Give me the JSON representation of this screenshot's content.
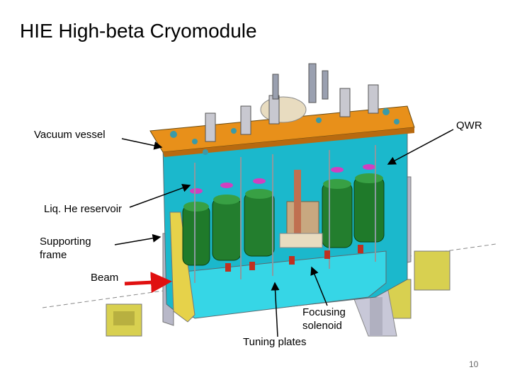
{
  "slide": {
    "title": "HIE High-beta Cryomodule",
    "page_number": "10"
  },
  "labels": {
    "vacuum_vessel": "Vacuum vessel",
    "qwr": "QWR",
    "liq_he_reservoir": "Liq. He reservoir",
    "supporting_frame_line1": "Supporting",
    "supporting_frame_line2": "frame",
    "beam": "Beam",
    "focusing_solenoid_line1": "Focusing",
    "focusing_solenoid_line2": "solenoid",
    "tuning_plates": "Tuning plates"
  },
  "colors": {
    "vessel_flange": "#e8901a",
    "cryo_cyan": "#33c8d8",
    "cavity_green": "#1f7a2a",
    "support_yellow": "#d8d050",
    "frame_gray": "#b8b8c8",
    "beam_arrow": "#e01010"
  }
}
